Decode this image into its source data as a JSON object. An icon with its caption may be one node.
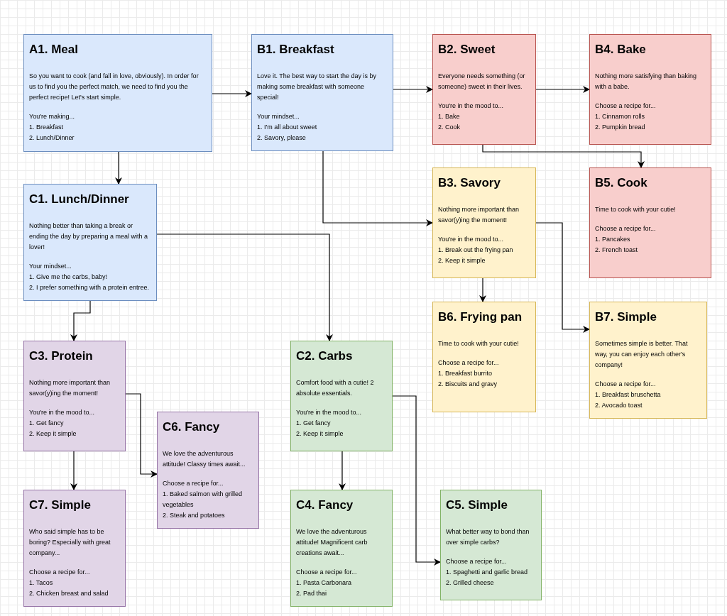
{
  "diagram": {
    "nodes": [
      {
        "text": [
          "A1. Meal",
          "So you want to cook (and fall in love, obviously). In order for us to find you the perfect match, we need to find you the perfect recipe! Let's start simple.",
          "You're making...",
          "1. Breakfast",
          "2. Lunch/Dinner"
        ]
      },
      {
        "text": [
          "B1. Breakfast",
          "Love it. The best way to start the day is by making some breakfast with someone special!",
          "Your mindset...",
          "1. I'm all about sweet",
          "2. Savory, please"
        ]
      },
      {
        "text": [
          "B2. Sweet",
          "Everyone needs something (or someone) sweet in their lives.",
          "You're in the mood to...",
          "1. Bake",
          "2. Cook"
        ]
      },
      {
        "text": [
          "B4. Bake",
          "Nothing more satisfying than baking with a babe.",
          "Choose a recipe for...",
          "1. Cinnamon rolls",
          "2. Pumpkin bread"
        ]
      },
      {
        "text": [
          "C1. Lunch/Dinner",
          "Nothing better than taking a break or ending the day by preparing a meal with a lover!",
          "Your mindset...",
          "1. Give me the carbs, baby!",
          "2. I prefer something with a protein entree."
        ]
      },
      {
        "text": [
          "B3. Savory",
          "Nothing more important than savor(y)ing the moment!",
          "You're in the mood to...",
          "1. Break out the frying pan",
          "2. Keep it simple"
        ]
      },
      {
        "text": [
          "B5. Cook",
          "Time to cook with your cutie!",
          "Choose a recipe for...",
          "1. Pancakes",
          "2. French toast"
        ]
      },
      {
        "text": [
          "B6. Frying pan",
          "Time to cook with your cutie!",
          "Choose a recipe for...",
          "1. Breakfast burrito",
          "2. Biscuits and gravy"
        ]
      },
      {
        "text": [
          "B7. Simple",
          "Sometimes simple is better. That way, you can enjoy each other's company!",
          "Choose a recipe for...",
          "1. Breakfast bruschetta",
          "2. Avocado toast"
        ]
      },
      {
        "text": [
          "C3. Protein",
          "Nothing more important than savor(y)ing the moment!",
          "You're in the mood to...",
          "1. Get fancy",
          "2. Keep it simple"
        ]
      },
      {
        "text": [
          "C2. Carbs",
          "Comfort food with a cutie! 2 absolute essentials.",
          "You're in the mood to...",
          "1. Get fancy",
          "2. Keep it simple"
        ]
      },
      {
        "text": [
          "C6. Fancy",
          "We love the adventurous attitude! Classy times await...",
          "Choose a recipe for...",
          "1. Baked salmon with grilled vegetables",
          "2. Steak and potatoes"
        ]
      },
      {
        "text": [
          "C7. Simple",
          "Who said simple has to be boring? Especially with great company...",
          "Choose a recipe for...",
          "1. Tacos",
          "2. Chicken breast and salad"
        ]
      },
      {
        "text": [
          "C4. Fancy",
          "We love the adventurous attitude! Magnificent carb creations await...",
          "Choose a recipe for...",
          "1. Pasta Carbonara",
          "2. Pad thai"
        ]
      },
      {
        "text": [
          "C5. Simple",
          "What better way to bond than over simple carbs?",
          "Choose a recipe for...",
          "1. Spaghetti and garlic bread",
          "2. Grilled cheese"
        ]
      }
    ],
    "edges": [
      {
        "from": 0,
        "to": 1,
        "arrow": "to"
      },
      {
        "from": 0,
        "to": 4,
        "arrow": "to"
      },
      {
        "from": 1,
        "to": 2,
        "arrow": "to"
      },
      {
        "from": 2,
        "to": 3,
        "arrow": "to"
      },
      {
        "from": 2,
        "to": 6,
        "arrow": "to"
      },
      {
        "from": 1,
        "to": 5,
        "arrow": "to"
      },
      {
        "from": 4,
        "to": 10,
        "arrow": "to"
      },
      {
        "from": 4,
        "to": 9,
        "arrow": "to"
      },
      {
        "from": 5,
        "to": 7,
        "arrow": "to"
      },
      {
        "from": 5,
        "to": 8,
        "arrow": "to"
      },
      {
        "from": 9,
        "to": 12,
        "arrow": "to"
      },
      {
        "from": 9,
        "to": 11,
        "arrow": "to"
      },
      {
        "from": 10,
        "to": 13,
        "arrow": "to"
      },
      {
        "from": 10,
        "to": 14,
        "arrow": "to"
      }
    ]
  }
}
